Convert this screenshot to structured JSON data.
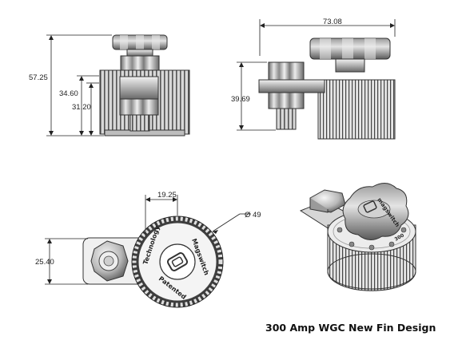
{
  "caption": "300 Amp WGC New Fin Design",
  "views": {
    "front": {
      "dim_total_height": "57.25",
      "dim_mid_height": "34.60",
      "dim_body_height": "31.20"
    },
    "side": {
      "dim_width": "73.08",
      "dim_height": "39.69"
    },
    "top": {
      "dim_offset": "19.25",
      "dim_diameter": "Ø 49",
      "dim_tab": "25.40",
      "engraving_text_top": "Technology",
      "engraving_text_right": "Magswitch",
      "engraving_text_bottom": "Patented"
    },
    "iso": {
      "brand_text": "magswitch",
      "label_text": "300"
    }
  }
}
